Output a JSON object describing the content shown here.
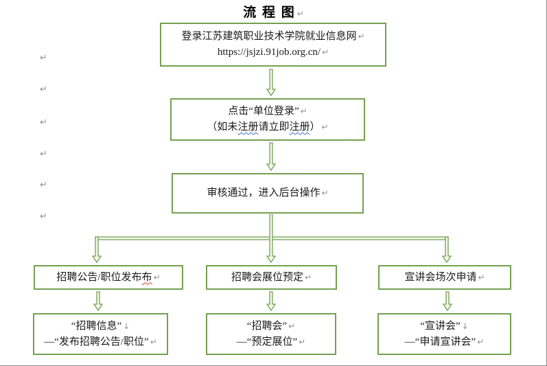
{
  "colors": {
    "box_border_green": "#74A04F",
    "arrow_fill": "#F2F8EC",
    "format_mark_gray": "#8F8F8F",
    "grammar_squiggle_blue": "#3F6BD6",
    "spell_squiggle_red": "#D43B2F",
    "text": "#1A1A1A"
  },
  "title": {
    "text": "流 程 图",
    "mark": "↵"
  },
  "left_margin_marks": [
    "↵",
    "↵",
    "↵",
    "↵",
    "↵",
    "↵"
  ],
  "step1": {
    "line1": "登录江苏建筑职业技术学院就业信息网",
    "line1_mark": "↵",
    "line2": "https://jsjzi.91job.org.cn/",
    "line2_mark": "↵"
  },
  "step2": {
    "line1": "点击“单位登录”",
    "line1_mark": "↵",
    "line2_open": "（如未",
    "line2_flag1": "注册",
    "line2_mid": "请立即",
    "line2_flag2": "注册",
    "line2_close": "）",
    "line2_mark": "↵"
  },
  "step3": {
    "text": "审核通过，进入后台操作",
    "mark": "↵"
  },
  "branch1": {
    "label": "招聘公告/职位发布",
    "flagged_dup": "布",
    "mark": "↵"
  },
  "branch2": {
    "label": "招聘会展位预定",
    "mark": "↵"
  },
  "branch3": {
    "label": "宣讲会场次申请",
    "mark": "↵"
  },
  "detail1": {
    "line1": "“招聘信息”",
    "line1_mark": "↓",
    "line2": "—“发布招聘公告/职位”",
    "line2_mark": "↵"
  },
  "detail2": {
    "line1": "“招聘会”",
    "line1_mark": "↵",
    "line2": "—“预定展位”",
    "line2_mark": "↵"
  },
  "detail3": {
    "line1": "“宣讲会”",
    "line1_mark": "↓",
    "line2": "—“申请宣讲会”",
    "line2_mark": "↵"
  }
}
